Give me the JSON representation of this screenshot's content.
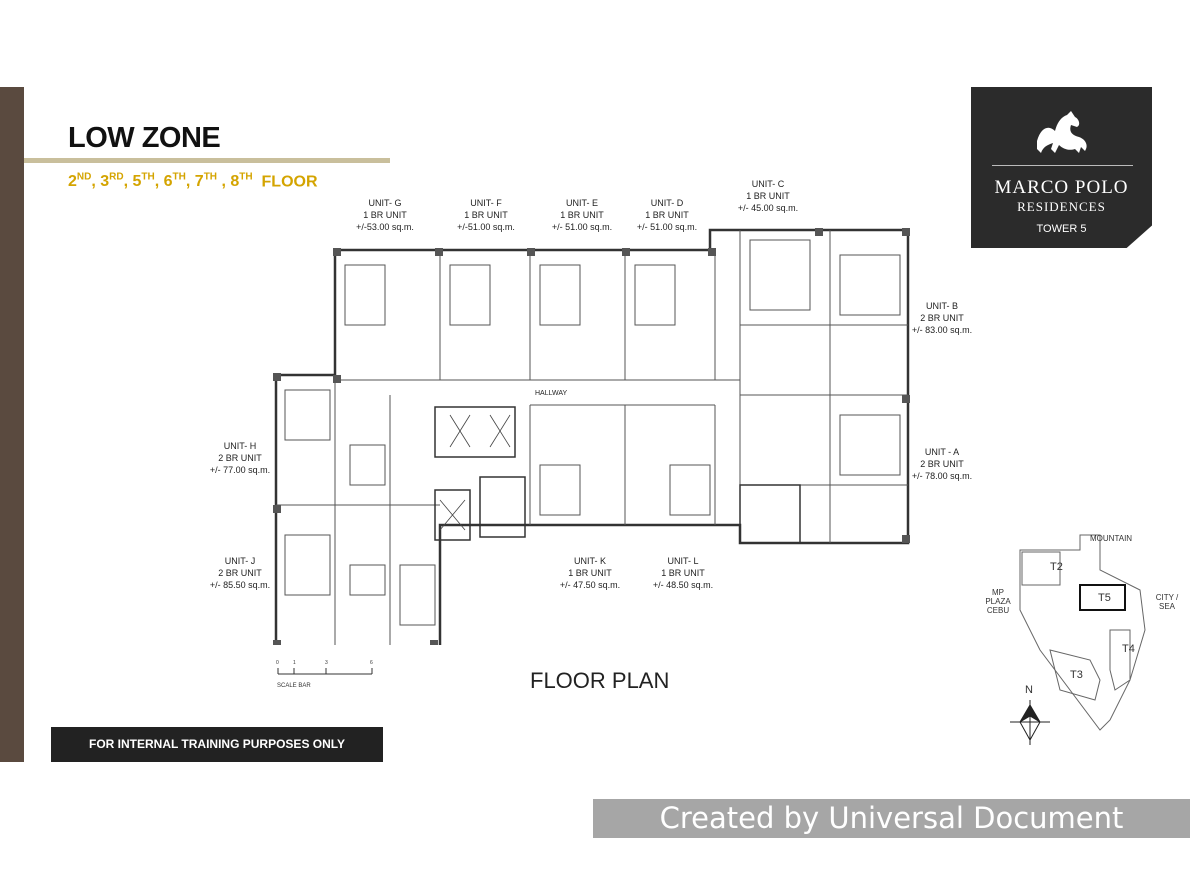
{
  "zone": {
    "title": "LOW ZONE",
    "floors": [
      {
        "num": "2",
        "sup": "ND",
        "sep": ", "
      },
      {
        "num": "3",
        "sup": "RD",
        "sep": ", "
      },
      {
        "num": "5",
        "sup": "TH",
        "sep": ", "
      },
      {
        "num": "6",
        "sup": "TH",
        "sep": ", "
      },
      {
        "num": "7",
        "sup": "TH",
        "sep": " , "
      },
      {
        "num": "8",
        "sup": "TH",
        "sep": "  "
      }
    ],
    "floor_word": "FLOOR"
  },
  "brand": {
    "name": "MARCO POLO",
    "sub": "RESIDENCES",
    "tower": "TOWER 5"
  },
  "units": [
    {
      "name": "UNIT- G",
      "type": "1 BR UNIT",
      "area": "+/-53.00 sq.m."
    },
    {
      "name": "UNIT- F",
      "type": "1 BR UNIT",
      "area": "+/-51.00 sq.m."
    },
    {
      "name": "UNIT- E",
      "type": "1 BR UNIT",
      "area": "+/-  51.00 sq.m."
    },
    {
      "name": "UNIT- D",
      "type": "1 BR UNIT",
      "area": "+/-  51.00 sq.m."
    },
    {
      "name": "UNIT- C",
      "type": "1 BR UNIT",
      "area": "+/- 45.00 sq.m."
    },
    {
      "name": "UNIT- B",
      "type": "2 BR UNIT",
      "area": "+/- 83.00 sq.m."
    },
    {
      "name": "UNIT - A",
      "type": "2 BR UNIT",
      "area": "+/- 78.00 sq.m."
    },
    {
      "name": "UNIT- H",
      "type": "2 BR UNIT",
      "area": "+/-  77.00 sq.m."
    },
    {
      "name": "UNIT- J",
      "type": "2 BR UNIT",
      "area": "+/-  85.50 sq.m."
    },
    {
      "name": "UNIT- K",
      "type": "1 BR UNIT",
      "area": "+/- 47.50 sq.m."
    },
    {
      "name": "UNIT- L",
      "type": "1 BR UNIT",
      "area": "+/- 48.50 sq.m."
    }
  ],
  "plan_labels": {
    "hallway": "HALLWAY"
  },
  "floorplan_title": "FLOOR PLAN",
  "scale_bar": {
    "label": "SCALE BAR",
    "ticks": [
      "0",
      "1",
      "3",
      "6"
    ]
  },
  "notice": "FOR INTERNAL TRAINING PURPOSES ONLY",
  "keymap": {
    "towers": [
      "T2",
      "T5",
      "T4",
      "T3"
    ],
    "mountain": "MOUNTAIN",
    "mp_plaza": [
      "MP",
      "PLAZA",
      "CEBU"
    ],
    "city_sea": [
      "CITY /",
      "SEA"
    ],
    "north": "N"
  },
  "watermark": "Created by Universal Document Converter"
}
